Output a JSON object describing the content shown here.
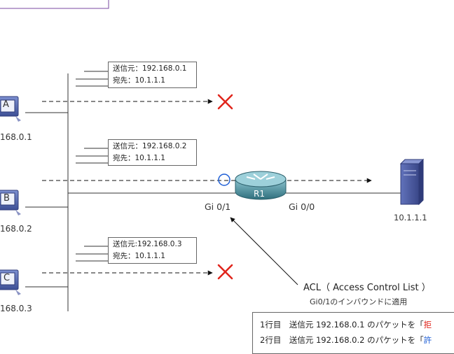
{
  "hosts": [
    {
      "name": "A",
      "ip": "168.0.1"
    },
    {
      "name": "B",
      "ip": "168.0.2"
    },
    {
      "name": "C",
      "ip": "168.0.3"
    }
  ],
  "packets": [
    {
      "src_line": "送信元：192.168.0.1",
      "dst_line": "宛先：10.1.1.1"
    },
    {
      "src_line": "送信元：192.168.0.2",
      "dst_line": "宛先：10.1.1.1"
    },
    {
      "src_line": "送信元:192.168.0.3",
      "dst_line": "宛先：10.1.1.1"
    }
  ],
  "router": {
    "name": "R1",
    "if_in": "Gi 0/1",
    "if_out": "Gi 0/0"
  },
  "server": {
    "ip": "10.1.1.1"
  },
  "acl": {
    "title": "ACL（ Access Control List ）",
    "subtitle": "Gi0/1のインバウンドに適用",
    "rows": [
      {
        "text": "1行目　送信元 192.168.0.1 のパケットを「",
        "action": "拒"
      },
      {
        "text": "2行目　送信元 192.168.0.2 のパケットを「",
        "action": "許"
      }
    ]
  },
  "colors": {
    "deny": "#e0241b",
    "permit": "#1f5fd6",
    "router": "#3f8a9a",
    "pc": "#4a5fa8",
    "server": "#4b5aa6"
  }
}
